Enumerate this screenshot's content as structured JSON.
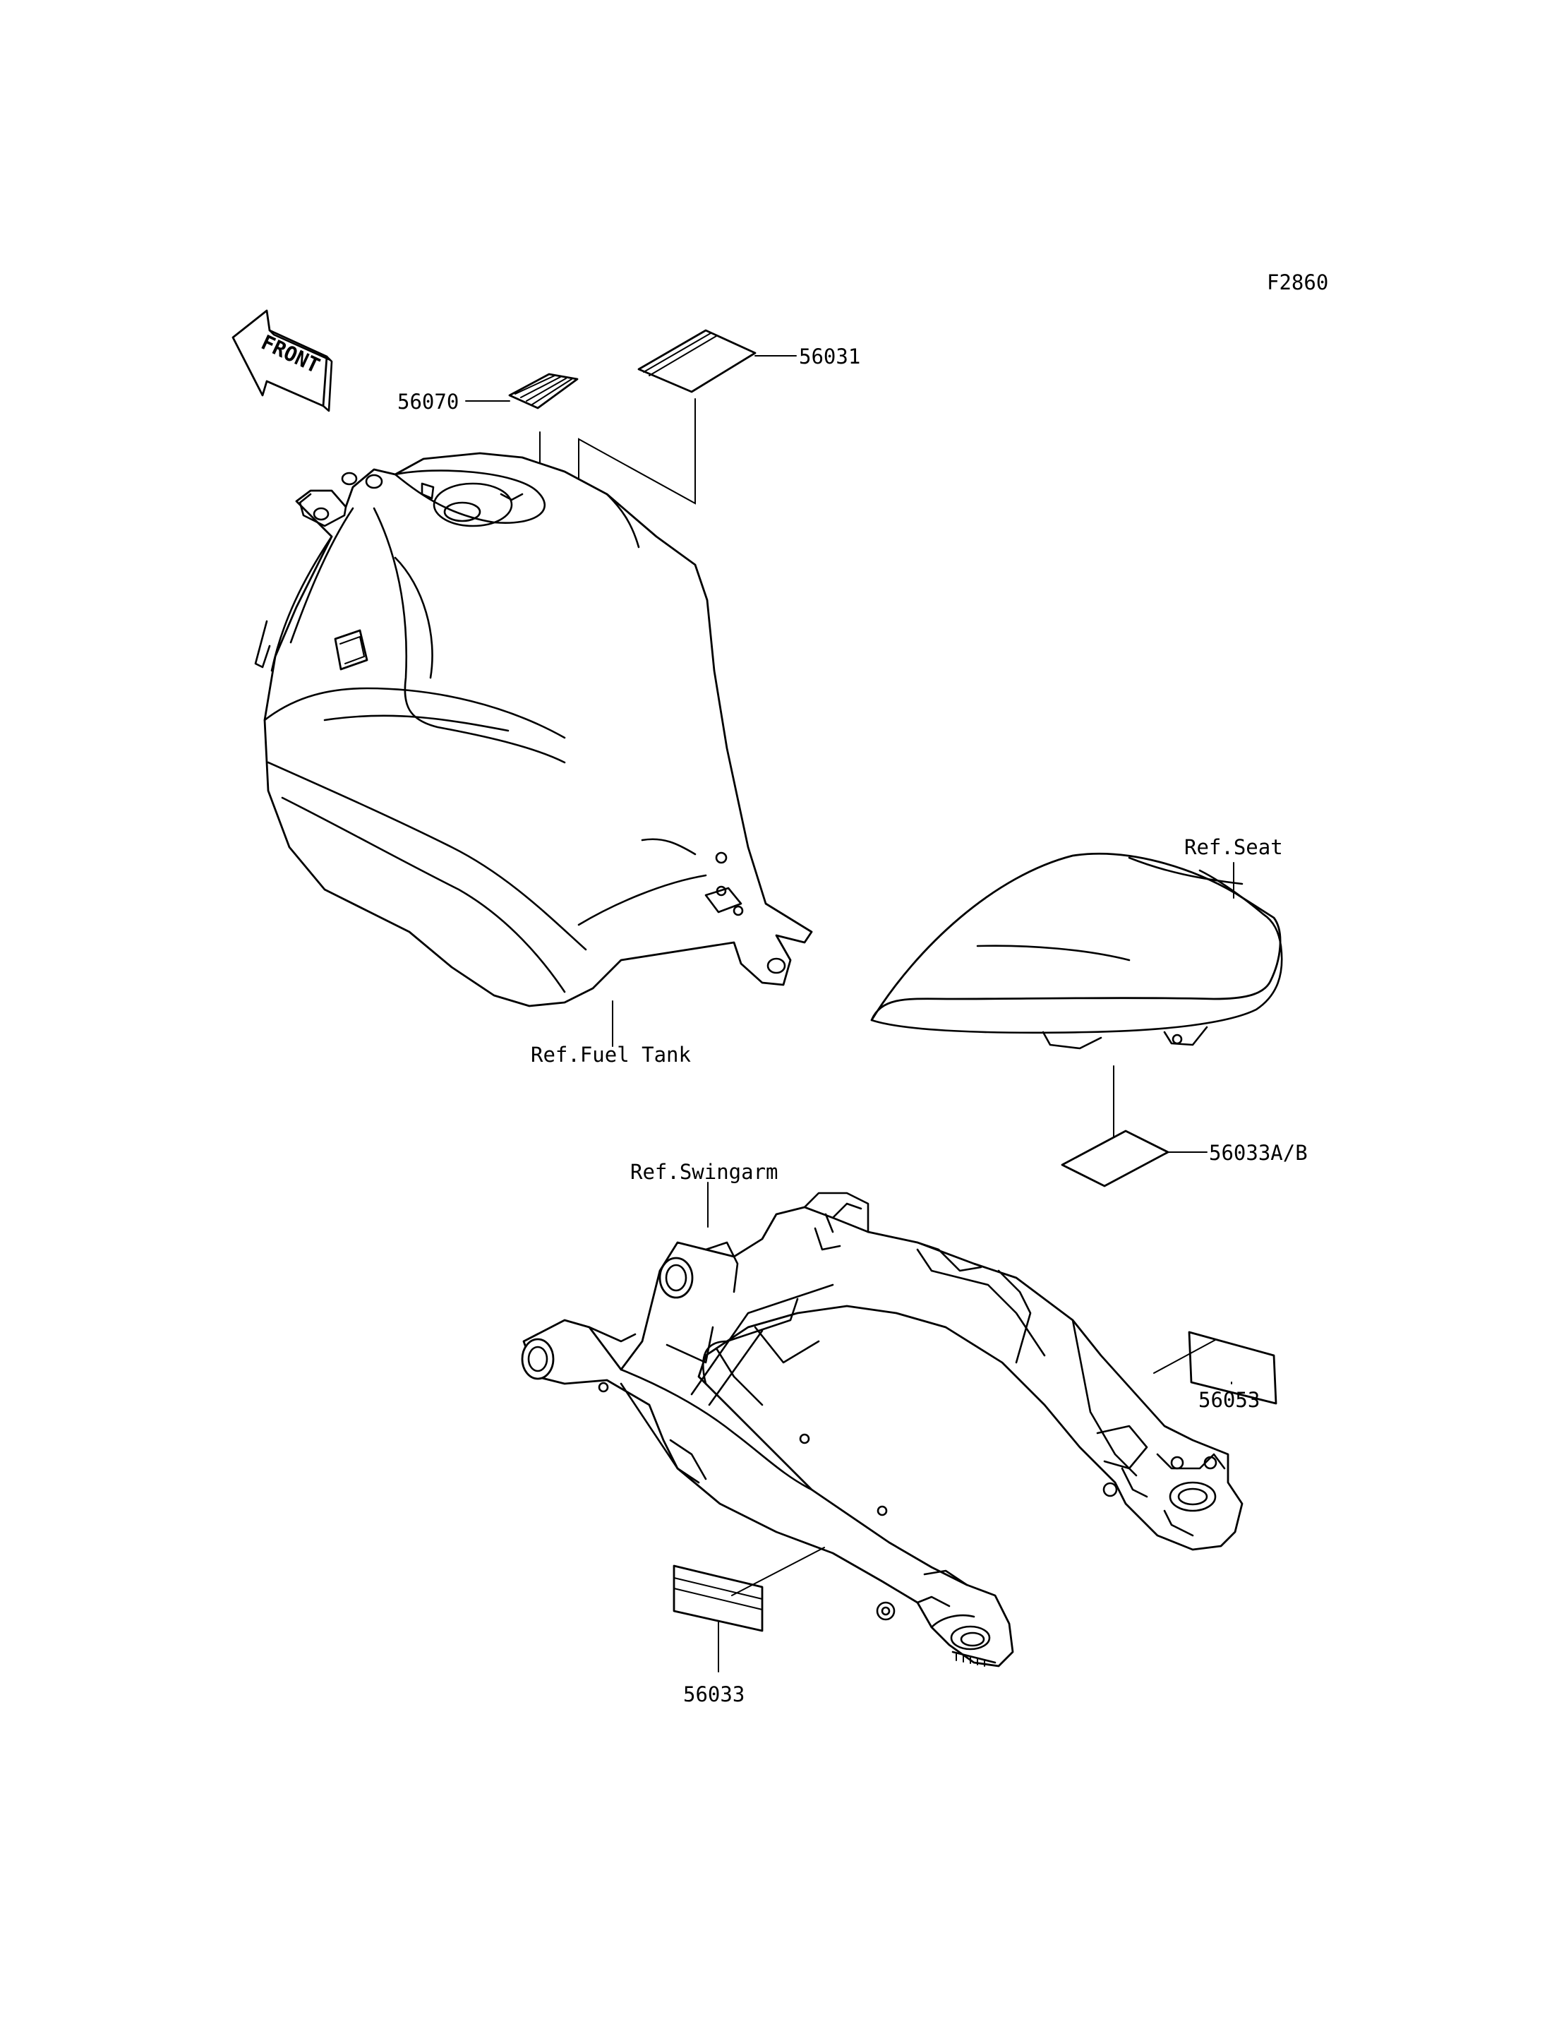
{
  "figure_code": "F2860",
  "front_arrow": {
    "text": "FRONT",
    "icon": "front-arrow-icon"
  },
  "callouts": {
    "p56070": "56070",
    "p56031": "56031",
    "p56033ab": "56033A/B",
    "p56053": "56053",
    "p56033": "56033"
  },
  "references": {
    "fuel_tank": "Ref.Fuel Tank",
    "seat": "Ref.Seat",
    "swingarm": "Ref.Swingarm"
  }
}
